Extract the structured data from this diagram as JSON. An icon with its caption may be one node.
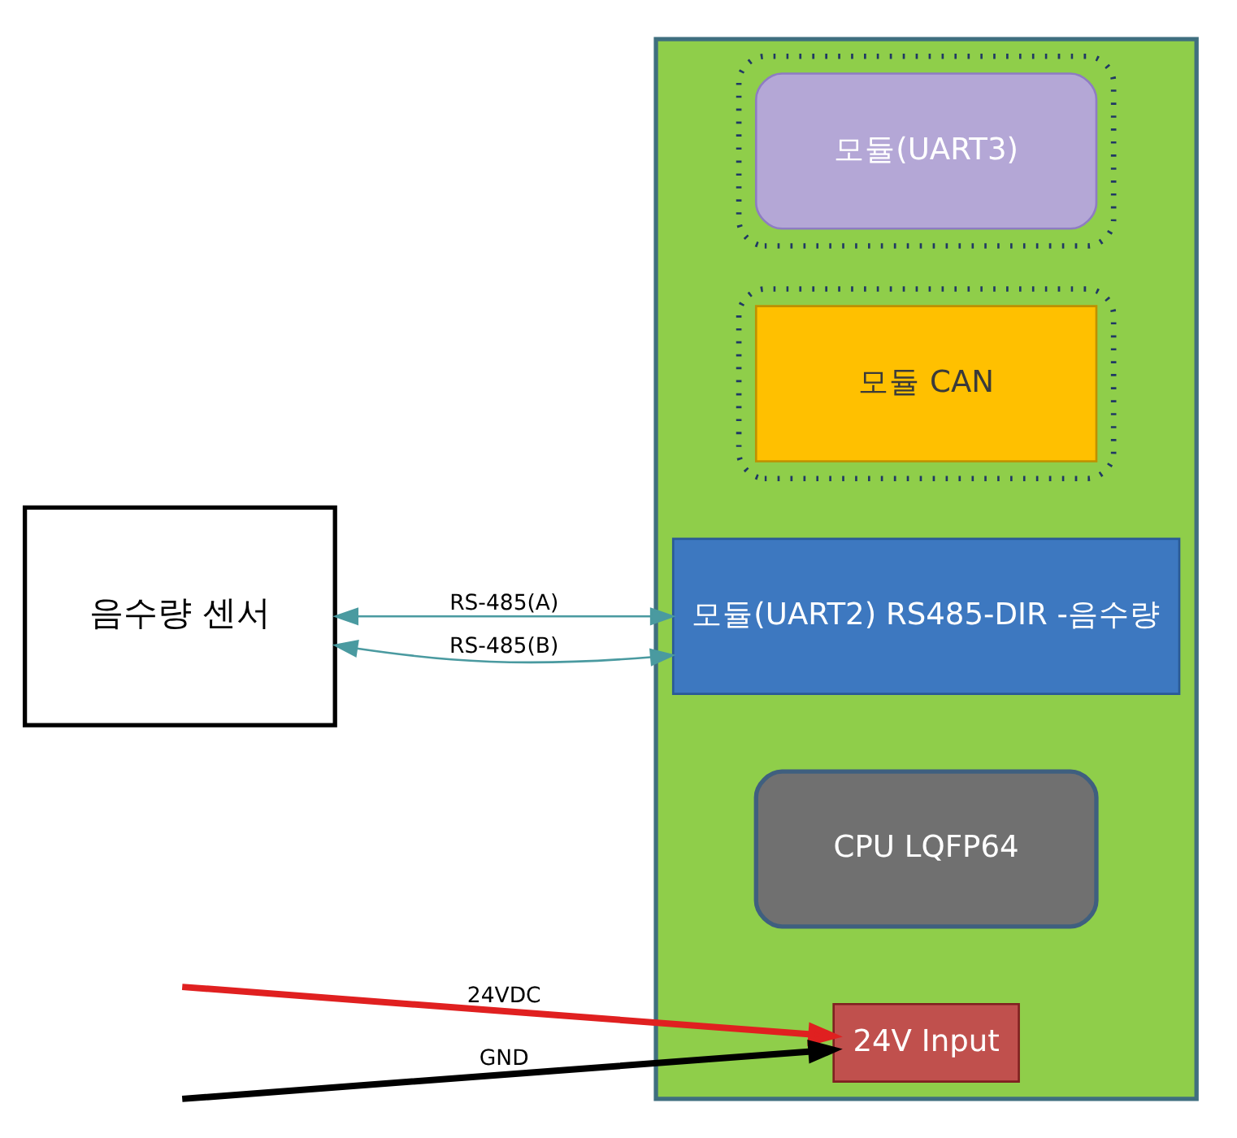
{
  "diagram": {
    "nodes": [
      {
        "text": [
          "음수량 센서"
        ]
      },
      {
        "text": [],
        "shape": "box"
      },
      {
        "text": [],
        "shape": "box",
        "in": 1
      },
      {
        "text": [
          "모듈(UART3)"
        ],
        "in": 2
      },
      {
        "text": [
          "모듈(UART2) RS485-DIR -음수량"
        ],
        "in": 1
      },
      {
        "text": [
          "CPU LQFP64"
        ],
        "in": 1
      },
      {
        "text": [],
        "shape": "box",
        "in": 1
      },
      {
        "text": [
          "모듈 CAN"
        ],
        "in": 6
      },
      {
        "text": [
          "24V Input"
        ],
        "in": 1
      }
    ],
    "edges": [
      {
        "from": 0,
        "to": 4,
        "arrow": "both",
        "label": "RS-485(A)",
        "color": "#4a9aa0"
      },
      {
        "from": 0,
        "to": 4,
        "arrow": "both",
        "label": "RS-485(B)",
        "color": "#4a9aa0"
      },
      {
        "from": null,
        "to": 8,
        "arrow": "to",
        "label": "24VDC",
        "style": "thick",
        "color": "#e02020"
      },
      {
        "from": null,
        "to": 8,
        "arrow": "to",
        "label": "GND",
        "style": "thick",
        "color": "#000000"
      }
    ]
  }
}
